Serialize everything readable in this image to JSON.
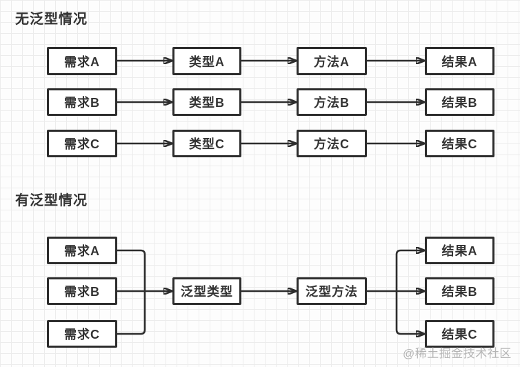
{
  "sections": [
    {
      "title": "无泛型情况",
      "rows": [
        {
          "cells": [
            "需求A",
            "类型A",
            "方法A",
            "结果A"
          ]
        },
        {
          "cells": [
            "需求B",
            "类型B",
            "方法B",
            "结果B"
          ]
        },
        {
          "cells": [
            "需求C",
            "类型C",
            "方法C",
            "结果C"
          ]
        }
      ]
    },
    {
      "title": "有泛型情况",
      "inputs": [
        "需求A",
        "需求B",
        "需求C"
      ],
      "generic_type": "泛型类型",
      "generic_method": "泛型方法",
      "outputs": [
        "结果A",
        "结果B",
        "结果C"
      ]
    }
  ],
  "watermark": "@稀土掘金技术社区",
  "colors": {
    "box_border": "#2d2d2d",
    "box_fill": "#ffffff",
    "text": "#333333",
    "connector": "#2d2d2d",
    "grid_line": "#ececec",
    "watermark": "#b5b5b5"
  }
}
